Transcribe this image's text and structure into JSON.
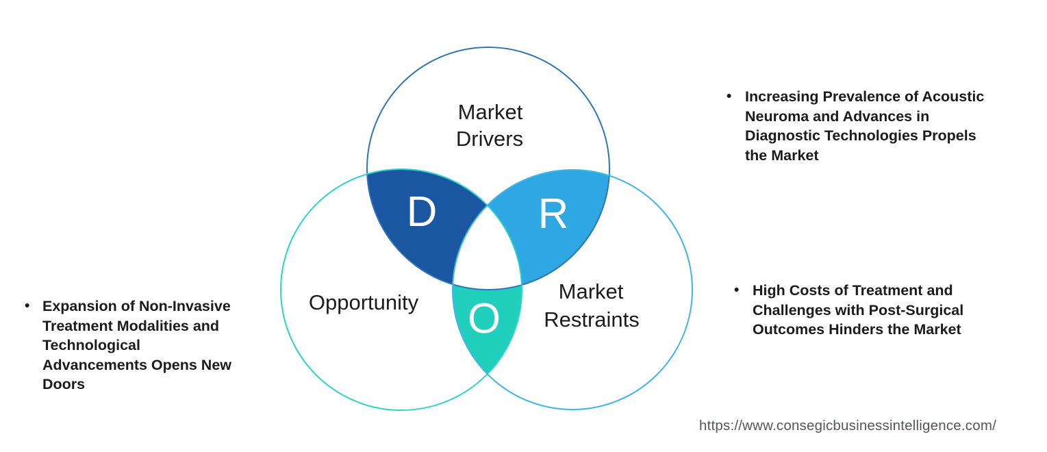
{
  "venn": {
    "letter_color": "#ffffff",
    "label_color": "#1c1c1c",
    "drivers": {
      "name": "Market Drivers",
      "label_lines": [
        "Market",
        "Drivers"
      ],
      "letter": "D",
      "overlap_fill": "#1a56a2",
      "stroke": "#2e74b5"
    },
    "opportunity": {
      "name": "Opportunity",
      "label_lines": [
        "Opportunity"
      ],
      "letter": "O",
      "overlap_fill": "#21d0bc",
      "stroke": "#2bd4c3"
    },
    "restraints": {
      "name": "Market Restraints",
      "label_lines": [
        "Market",
        "Restraints"
      ],
      "letter": "R",
      "overlap_fill": "#2ea7e2",
      "stroke": "#41b4e7"
    }
  },
  "bullets": {
    "left": {
      "marker": "•",
      "text": "Expansion of Non-Invasive Treatment Modalities and Technological Advancements Opens New Doors",
      "lines": [
        "Expansion of Non-Invasive",
        "Treatment Modalities and",
        "Technological",
        "Advancements Opens New",
        "Doors"
      ]
    },
    "right_top": {
      "marker": "•",
      "text": "Increasing Prevalence of Acoustic Neuroma and Advances in Diagnostic Technologies Propels the Market",
      "lines": [
        "Increasing Prevalence of Acoustic",
        "Neuroma and Advances in",
        "Diagnostic Technologies Propels",
        "the Market"
      ]
    },
    "right_bottom": {
      "marker": "•",
      "text": "High Costs of Treatment and Challenges with Post-Surgical Outcomes Hinders the Market",
      "lines": [
        "High Costs of Treatment and",
        "Challenges with Post-Surgical",
        "Outcomes Hinders the Market"
      ]
    }
  },
  "footer": {
    "url": "https://www.consegicbusinessintelligence.com/"
  }
}
